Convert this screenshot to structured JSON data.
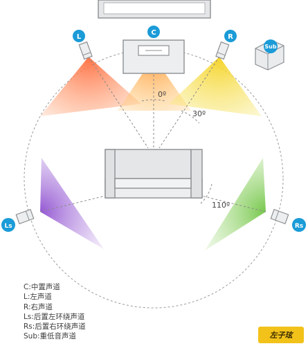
{
  "speakers": {
    "c": "C",
    "l": "L",
    "r": "R",
    "ls": "Ls",
    "rs": "Rs",
    "sub": "Sub"
  },
  "angles": {
    "front": "0º",
    "front_side": "30º",
    "surround": "110º"
  },
  "legend": [
    "C:中置声道",
    "L:左声道",
    "R:右声道",
    "Ls:后置左环绕声道",
    "Rs:后置右环绕声道",
    "Sub:重低音声道"
  ],
  "watermark": "左子玹",
  "colors": {
    "speaker_badge": "#1b9bd7",
    "left_beam": "#ff7f50",
    "center_beam": "#ffb347",
    "right_beam": "#f7e049",
    "left_surround_beam": "#a874d8",
    "right_surround_beam": "#8ed16a",
    "watermark_bg": "#f2c21a"
  },
  "icons": [
    "tv-icon",
    "sofa-icon",
    "speaker-icon",
    "subwoofer-icon"
  ]
}
